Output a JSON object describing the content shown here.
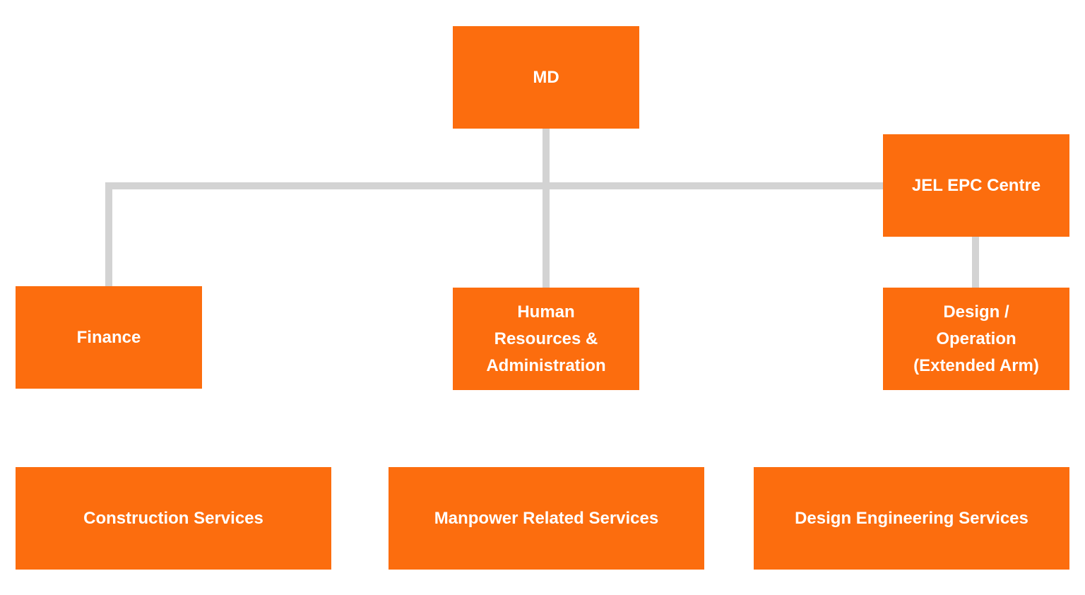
{
  "colors": {
    "box_fill": "#fc6d0e",
    "box_text": "#ffffff",
    "connector": "#d3d3d3",
    "background": "#ffffff"
  },
  "org_chart": {
    "top": {
      "label": "MD"
    },
    "epc_centre": {
      "label": "JEL EPC Centre"
    },
    "finance": {
      "label": "Finance"
    },
    "hr_admin": {
      "label": "Human\nResources &\nAdministration"
    },
    "design_operation": {
      "label": "Design /\nOperation\n(Extended Arm)"
    }
  },
  "services": [
    {
      "label": "Construction Services"
    },
    {
      "label": "Manpower Related Services"
    },
    {
      "label": "Design Engineering Services"
    }
  ]
}
